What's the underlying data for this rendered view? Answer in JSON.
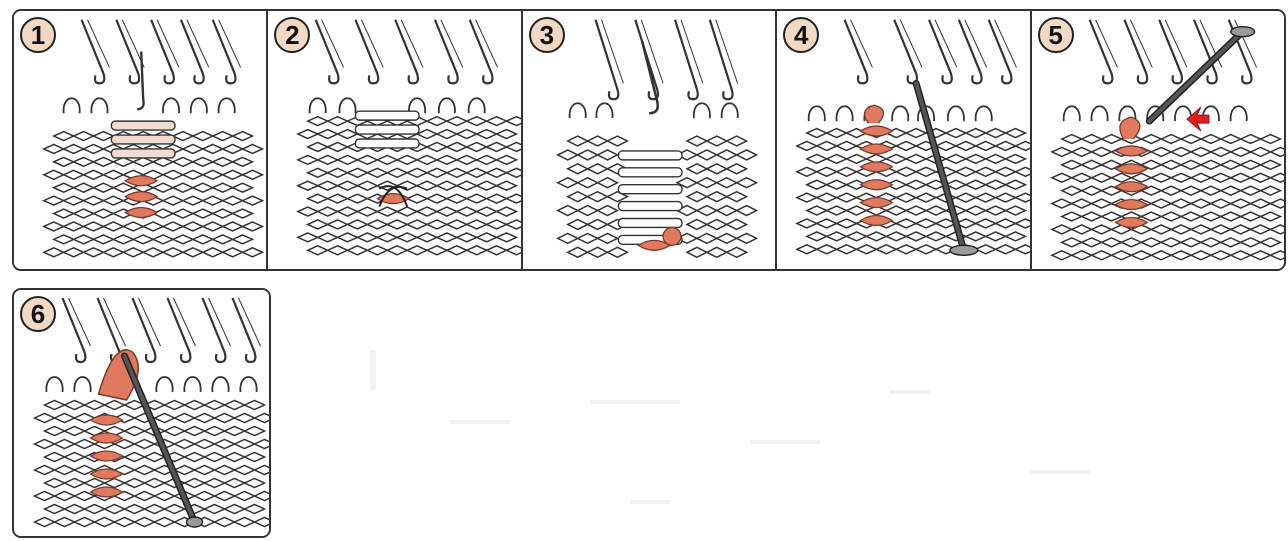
{
  "panels": [
    {
      "number": "1",
      "step": 1
    },
    {
      "number": "2",
      "step": 2
    },
    {
      "number": "3",
      "step": 3
    },
    {
      "number": "4",
      "step": 4
    },
    {
      "number": "5",
      "step": 5
    },
    {
      "number": "6",
      "step": 6
    }
  ],
  "colors": {
    "stitch_outline": "#333333",
    "dropped_stitch": "#e07a5f",
    "ladder_bar": "#f2dccf",
    "tool": "#555555",
    "arrow": "#e02020",
    "badge_fill": "#f1d9c4"
  },
  "icons": {
    "needle": "machine-needle-icon",
    "latch_tool": "latch-tool-icon",
    "transfer_tool": "transfer-tool-icon",
    "arrow": "red-arrow-icon"
  }
}
